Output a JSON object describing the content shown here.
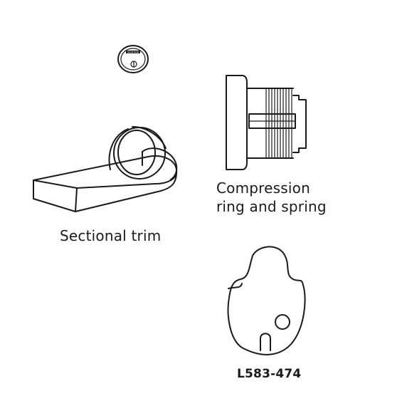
{
  "labels": {
    "sectional_trim": "Sectional trim",
    "compression": "Compression\nring and spring",
    "part_number": "L583-474"
  },
  "cylinder_brand": "SCHLAGE",
  "colors": {
    "line": "#1a1a1a",
    "background": "#ffffff"
  }
}
